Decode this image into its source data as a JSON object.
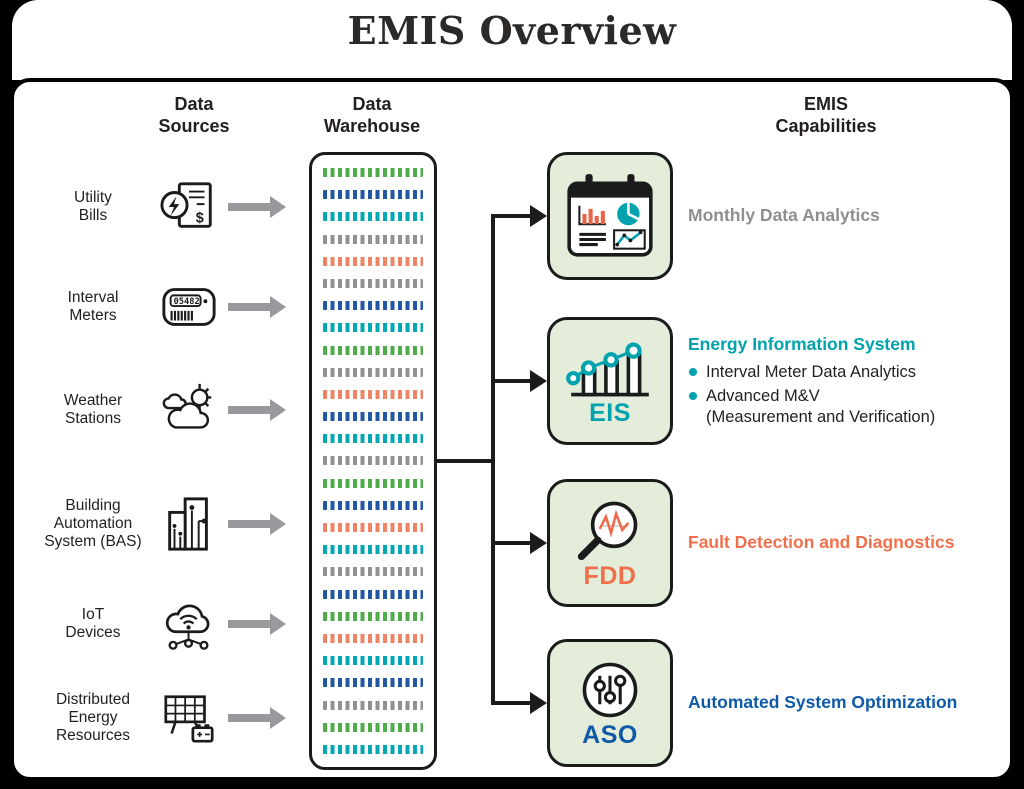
{
  "title": "EMIS Overview",
  "headers": {
    "data_sources": "Data\nSources",
    "data_warehouse": "Data\nWarehouse",
    "emis_capabilities": "EMIS\nCapabilities"
  },
  "sources": [
    {
      "label": "Utility\nBills",
      "icon": "utility-bills-icon"
    },
    {
      "label": "Interval\nMeters",
      "icon": "interval-meter-icon",
      "reading": "05482"
    },
    {
      "label": "Weather\nStations",
      "icon": "weather-station-icon"
    },
    {
      "label": "Building\nAutomation\nSystem (BAS)",
      "icon": "bas-building-icon"
    },
    {
      "label": "IoT\nDevices",
      "icon": "iot-cloud-icon"
    },
    {
      "label": "Distributed\nEnergy\nResources",
      "icon": "solar-battery-icon"
    }
  ],
  "warehouse": {
    "palette": {
      "green": "#4ead49",
      "blue": "#2257a4",
      "teal": "#00a7b5",
      "gray": "#8f9194",
      "orange": "#ef8465"
    },
    "rows": [
      "green",
      "blue",
      "teal",
      "gray",
      "orange",
      "gray",
      "blue",
      "teal",
      "green",
      "gray",
      "orange",
      "blue",
      "teal",
      "gray",
      "green",
      "blue",
      "orange",
      "teal",
      "gray",
      "blue",
      "green",
      "orange",
      "teal",
      "blue",
      "gray",
      "green",
      "teal"
    ]
  },
  "arrow_color": "#97999c",
  "connector_color": "#1b1b1b",
  "capabilities": [
    {
      "abbr": "",
      "label": "Monthly Data Analytics",
      "color": "#8d8f92",
      "icon": "calendar-analytics-icon"
    },
    {
      "abbr": "EIS",
      "label": "Energy Information System",
      "color": "#00a3ad",
      "icon": "interval-data-chart-icon",
      "bullets": [
        "Interval Meter Data Analytics",
        "Advanced M&V"
      ],
      "bullet_note": "(Measurement and Verification)"
    },
    {
      "abbr": "FDD",
      "label": "Fault Detection and Diagnostics",
      "color": "#f0704c",
      "icon": "fault-magnifier-icon"
    },
    {
      "abbr": "ASO",
      "label": "Automated System Optimization",
      "color": "#0e5aa7",
      "icon": "sliders-optimization-icon"
    }
  ]
}
